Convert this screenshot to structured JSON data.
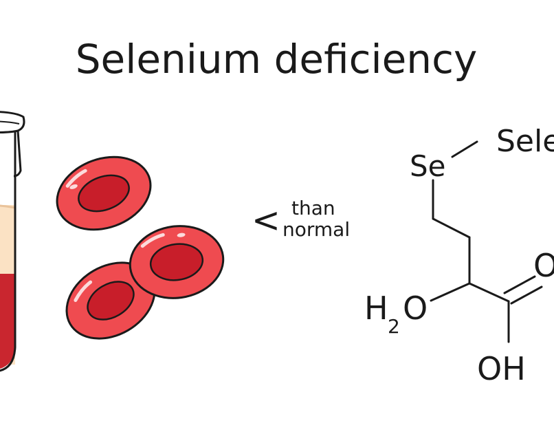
{
  "title": "Selenium deficiency",
  "comparison": {
    "symbol": "<",
    "line1": "than",
    "line2": "normal"
  },
  "molecule": {
    "atom_se": "Se",
    "label_selenium": "Selenium",
    "h2o_h": "H",
    "h2o_sub": "2",
    "h2o_o": "O",
    "oh": "OH",
    "carbonyl_o": "O"
  },
  "colors": {
    "rbc_fill": "#ef4b50",
    "rbc_dark": "#c81e2a",
    "plasma": "#fbe2c4",
    "blood": "#c9262f",
    "outline": "#1a1a1a"
  }
}
